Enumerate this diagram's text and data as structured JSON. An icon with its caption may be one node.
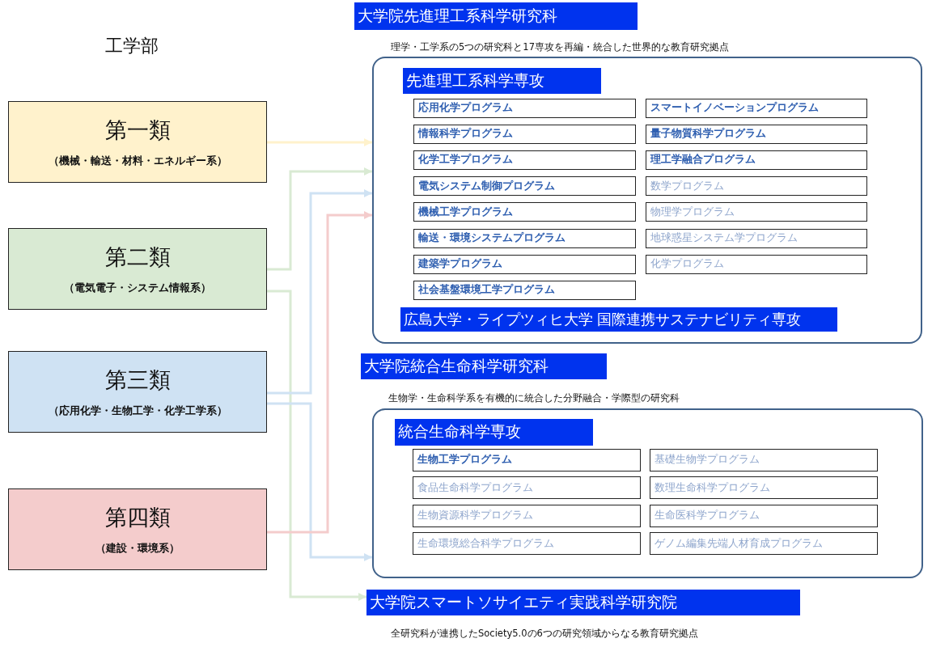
{
  "diagram": {
    "nodes": [
      {
        "text": [
          "第一類",
          "（機械・輸送・材料・エネルギー系）"
        ]
      },
      {
        "text": [
          "第二類",
          "（電気電子・システム情報系）"
        ]
      },
      {
        "text": [
          "第三類",
          "（応用化学・生物工学・化学工学系）"
        ]
      },
      {
        "text": [
          "第四類",
          "（建設・環境系）"
        ]
      },
      {
        "text": [
          "大学院先進理工系科学研究科"
        ]
      },
      {
        "text": [],
        "shape": "box"
      },
      {
        "text": [
          "先進理工系科学専攻"
        ],
        "in": 5
      },
      {
        "text": [
          "応用化学プログラム"
        ],
        "in": 5
      },
      {
        "text": [
          "スマートイノベーションプログラム"
        ],
        "in": 5
      },
      {
        "text": [
          "情報科学プログラム"
        ],
        "in": 5
      },
      {
        "text": [
          "量子物質科学プログラム"
        ],
        "in": 5
      },
      {
        "text": [
          "化学工学プログラム"
        ],
        "in": 5
      },
      {
        "text": [
          "理工学融合プログラム"
        ],
        "in": 5
      },
      {
        "text": [
          "電気システム制御プログラム"
        ],
        "in": 5
      },
      {
        "text": [
          "数学プログラム"
        ],
        "in": 5
      },
      {
        "text": [
          "機械工学プログラム"
        ],
        "in": 5
      },
      {
        "text": [
          "物理学プログラム"
        ],
        "in": 5
      },
      {
        "text": [
          "輸送・環境システムプログラム"
        ],
        "in": 5
      },
      {
        "text": [
          "地球惑星システム学プログラム"
        ],
        "in": 5
      },
      {
        "text": [
          "建築学プログラム"
        ],
        "in": 5
      },
      {
        "text": [
          "化学プログラム"
        ],
        "in": 5
      },
      {
        "text": [
          "社会基盤環境工学プログラム"
        ],
        "in": 5
      },
      {
        "text": [
          "広島大学・ライプツィヒ大学 国際連携サステナビリティ専攻"
        ],
        "in": 5
      },
      {
        "text": [
          "大学院統合生命科学研究科"
        ]
      },
      {
        "text": [],
        "shape": "box"
      },
      {
        "text": [
          "統合生命科学専攻"
        ],
        "in": 24
      },
      {
        "text": [
          "生物工学プログラム"
        ],
        "in": 24
      },
      {
        "text": [
          "基礎生物学プログラム"
        ],
        "in": 24
      },
      {
        "text": [
          "食品生命科学プログラム"
        ],
        "in": 24
      },
      {
        "text": [
          "数理生命科学プログラム"
        ],
        "in": 24
      },
      {
        "text": [
          "生物資源科学プログラム"
        ],
        "in": 24
      },
      {
        "text": [
          "生命医科学プログラム"
        ],
        "in": 24
      },
      {
        "text": [
          "生命環境総合科学プログラム"
        ],
        "in": 24
      },
      {
        "text": [
          "ゲノム編集先端人材育成プログラム"
        ],
        "in": 24
      },
      {
        "text": [
          "大学院スマートソサイエティ実践科学研究院"
        ]
      }
    ],
    "edges": [
      {
        "from": 0,
        "to": 5,
        "arrow": "to",
        "color": "#fff2cc"
      },
      {
        "from": 1,
        "to": 5,
        "arrow": "to",
        "color": "#d9ead3"
      },
      {
        "from": 1,
        "to": 34,
        "arrow": "to",
        "color": "#d9ead3"
      },
      {
        "from": 2,
        "to": 5,
        "arrow": "to",
        "color": "#cfe2f3"
      },
      {
        "from": 2,
        "to": 24,
        "arrow": "to",
        "color": "#cfe2f3"
      },
      {
        "from": 3,
        "to": 5,
        "arrow": "to",
        "color": "#f4cccc"
      }
    ],
    "labels": [
      "工学部",
      "理学・工学系の5つの研究科と17専攻を再編・統合した世界的な教育研究拠点",
      "生物学・生命科学系を有機的に統合した分野融合・学際型の研究科",
      "全研究科が連携したSociety5.0の6つの研究領域からなる教育研究拠点"
    ]
  }
}
